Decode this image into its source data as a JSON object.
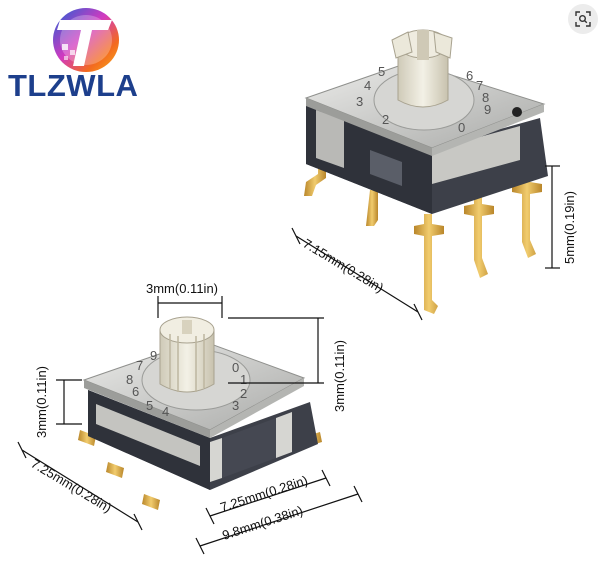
{
  "brand": {
    "name": "TLZWLA",
    "color": "#1d3f8c"
  },
  "toolbar": {
    "icon": "lens-search-icon"
  },
  "top_switch": {
    "dial_digits": [
      "3",
      "4",
      "5",
      "6",
      "7",
      "8",
      "9",
      "0",
      "2"
    ],
    "dimensions": {
      "depth": "7.15mm(0.28in)",
      "pin_height": "5mm(0.19in)"
    }
  },
  "bottom_switch": {
    "dial_digits": [
      "5",
      "6",
      "7",
      "8",
      "9",
      "0",
      "1",
      "2",
      "3",
      "4"
    ],
    "dimensions": {
      "knob_width": "3mm(0.11in)",
      "knob_height": "3mm(0.11in)",
      "body_height": "3mm(0.11in)",
      "depth": "7.25mm(0.28in)",
      "width": "7.25mm(0.28in)",
      "width_with_leads": "9.8mm(0.38in)"
    }
  },
  "colors": {
    "pin_gold": "#d4a23a",
    "metal_cover": "#c8c8c4",
    "knob": "#e6e4d6",
    "body": "#3d4049"
  }
}
